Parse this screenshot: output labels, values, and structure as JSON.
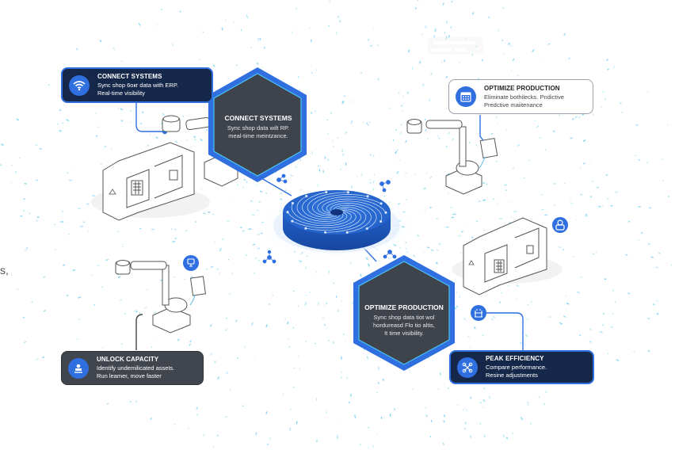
{
  "diagram": {
    "title": "Connected shop floor hub",
    "accent_color": "#2f6fe0",
    "dark_card_color": "#16284a",
    "hex_fill_color": "#3f434b",
    "particle_color": "#5cc8ef"
  },
  "cards": [
    {
      "id": "connect-systems-card",
      "style": "dark",
      "icon": "wifi-icon",
      "title": "CONNECT SYSTEMS",
      "lines": [
        "Sync shop 6oкr data with ERP.",
        "Real-time visibility"
      ]
    },
    {
      "id": "optimize-production-card",
      "style": "light",
      "icon": "calendar-grid-icon",
      "title": "OPTIMIZE PRODUCTION",
      "lines": [
        "Eliminate bothilecks. Pndictive",
        "Predctive maiitenance"
      ]
    },
    {
      "id": "unlock-capacity-card",
      "style": "grey",
      "icon": "factory-worker-icon",
      "title": "UNLOCK CAPACITY",
      "lines": [
        "Identify undemilicated assets.",
        "Run leamer, move faster"
      ]
    },
    {
      "id": "peak-efficiency-card",
      "style": "dark",
      "icon": "network-nodes-icon",
      "title": "PEAK EFFICIENCY",
      "lines": [
        "Compare performance.",
        "Resine adjustments"
      ]
    }
  ],
  "hexagons": [
    {
      "id": "hex-connect-systems",
      "title": "CONNECT SYSTEMS",
      "lines": [
        "Sync shop data wilt RP.",
        "meal-time meintzance."
      ]
    },
    {
      "id": "hex-optimize-production",
      "title": "OPTIMIZE PRODUCTION",
      "lines": [
        "Sync shop data tiot wol",
        "hordureasd Flo tio altis,",
        "It time visibility."
      ]
    }
  ],
  "hub": {
    "label": "central-data-hub"
  },
  "stray_text": "s,",
  "badges": [
    {
      "id": "user-badge",
      "icon": "user-lock-icon"
    },
    {
      "id": "machine-badge",
      "icon": "gantry-icon"
    },
    {
      "id": "terminal-badge",
      "icon": "terminal-icon"
    }
  ]
}
